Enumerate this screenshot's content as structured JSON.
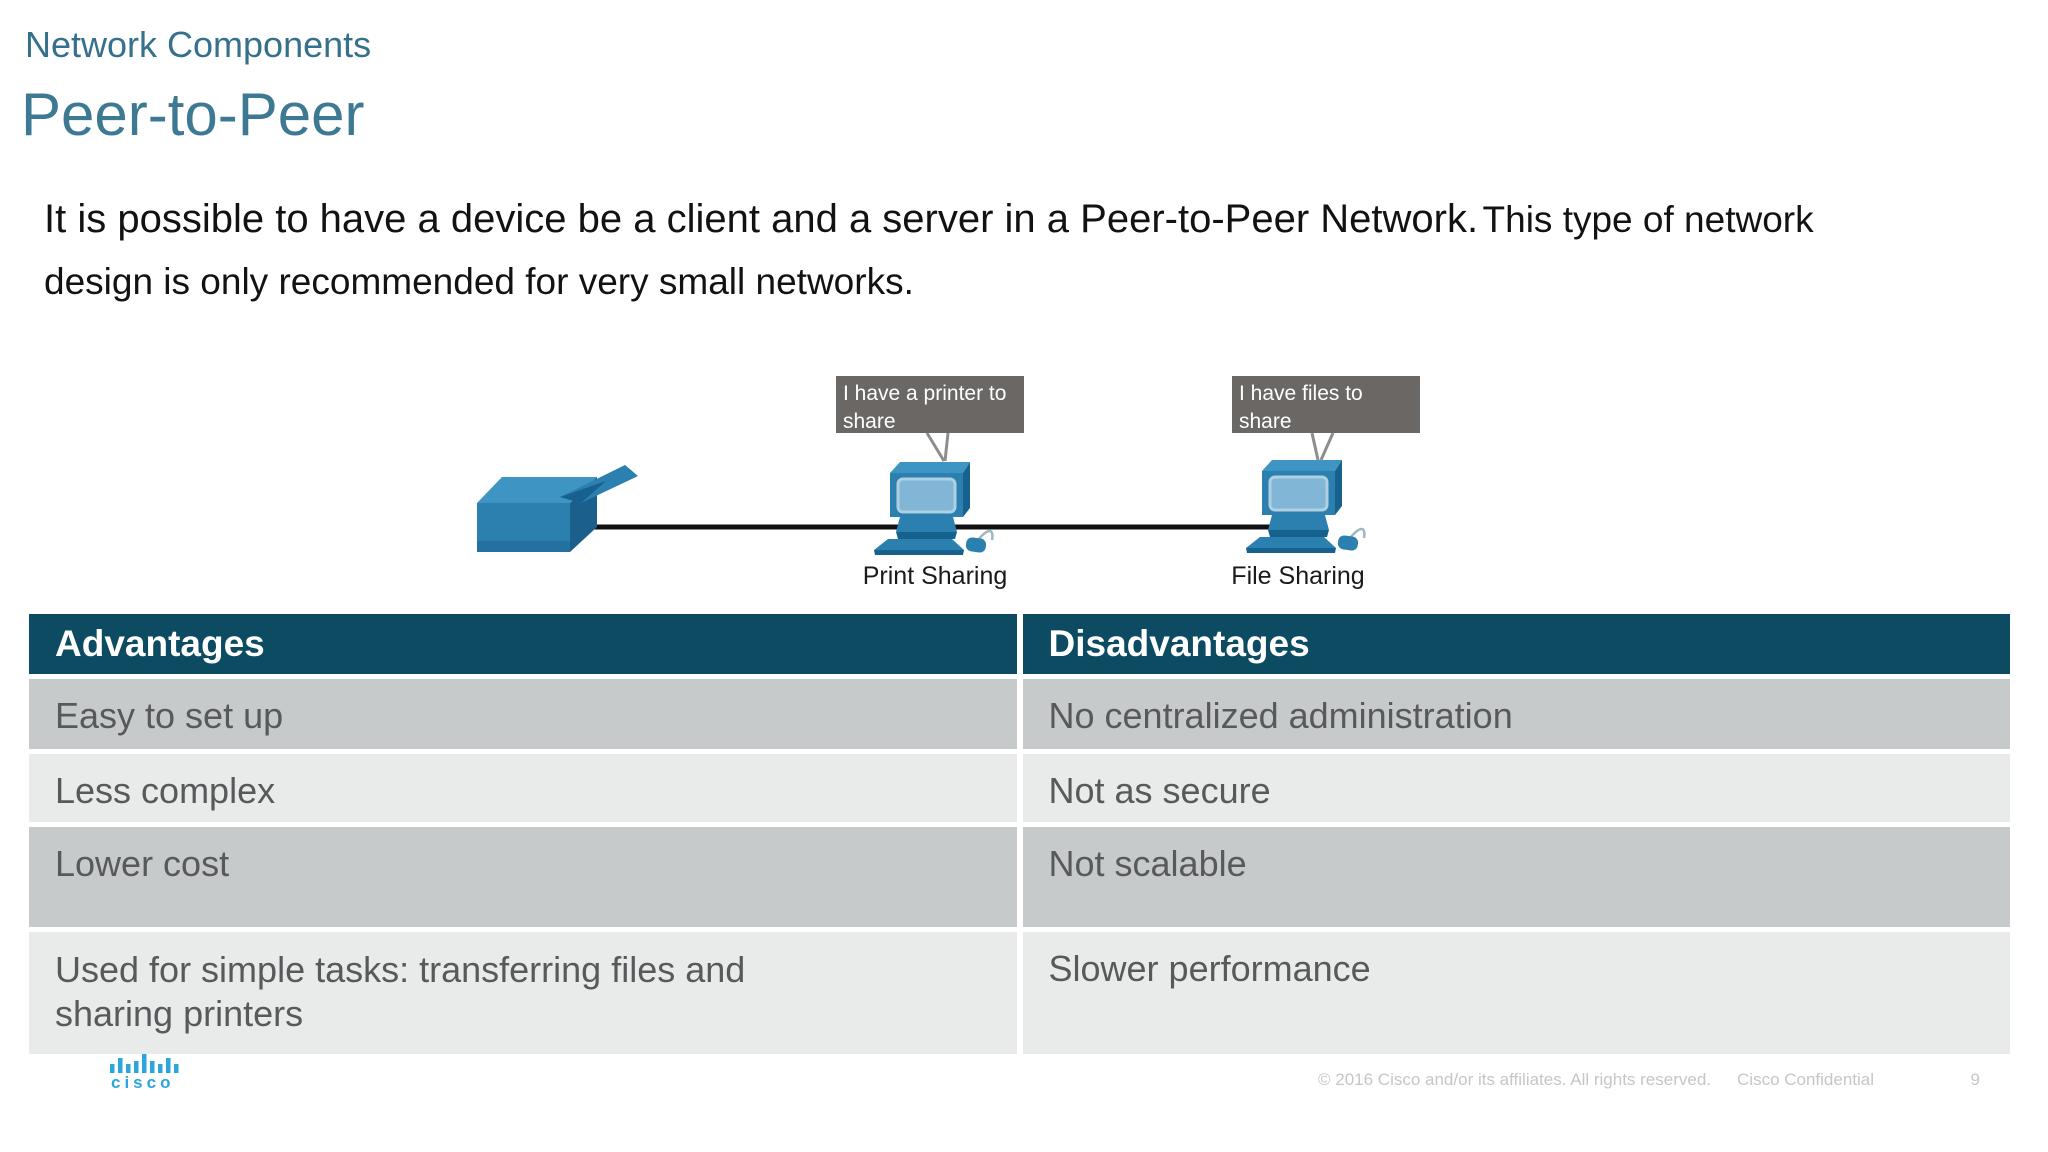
{
  "slide": {
    "kicker": "Network Components",
    "title": "Peer-to-Peer",
    "body": {
      "sentence1": "It is possible to have a device be a client and a server in a Peer-to-Peer Network.",
      "sentence2": "This type of network design is only recommended for very small networks."
    }
  },
  "diagram": {
    "bubble_printer": "I have a printer to share",
    "bubble_files": "I have files to share",
    "label_print": "Print Sharing",
    "label_file": "File Sharing"
  },
  "table": {
    "headers": [
      "Advantages",
      "Disadvantages"
    ],
    "rows": [
      {
        "advantage": "Easy to set up",
        "disadvantage": "No centralized administration"
      },
      {
        "advantage": "Less complex",
        "disadvantage": "Not as secure"
      },
      {
        "advantage": "Lower cost",
        "disadvantage": "Not scalable"
      },
      {
        "advantage": "Used for simple tasks: transferring files and sharing printers",
        "disadvantage": "Slower performance"
      }
    ]
  },
  "footer": {
    "logo_text": "cisco",
    "copyright": "© 2016  Cisco and/or its affiliates. All rights reserved.",
    "confidential": "Cisco Confidential",
    "page_number": "9"
  },
  "colors": {
    "title_teal": "#3E7993",
    "kicker_teal": "#35708C",
    "table_header_bg": "#0D4B63",
    "row_dark": "#C7CACB",
    "row_light": "#E9EAEA",
    "cell_text": "#58595B",
    "bubble_bg": "#6A6765",
    "device_blue": "#2B80AF",
    "device_blue_dark": "#16618E",
    "device_screen": "#82B6D6",
    "cisco_logo_blue": "#2BA6DC",
    "footer_text": "#C6C6C6"
  }
}
